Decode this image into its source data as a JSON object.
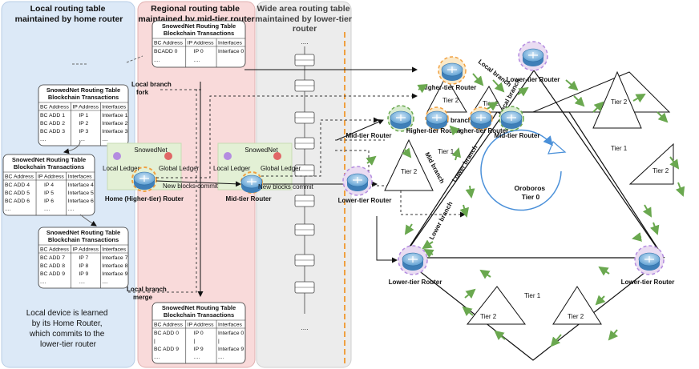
{
  "panels": {
    "local": {
      "title": [
        "Local routing table",
        "maintained by home router"
      ]
    },
    "regional": {
      "title": [
        "Regional routing table",
        "maintained by mid-tier router"
      ]
    },
    "wide": {
      "title": [
        "Wide area routing table",
        "maintained by lower-tier",
        "router"
      ]
    }
  },
  "table_heading": [
    "SnowedNet Routing Table",
    "Blockchain Transactions"
  ],
  "columns": [
    "BC Address",
    "IP Address",
    "Interfaces"
  ],
  "ellipsis": "....",
  "tables": {
    "regional_top": {
      "rows": [
        [
          "BCADD 0",
          "IP 0",
          "Interface 0"
        ],
        [
          "....",
          "....",
          ""
        ]
      ]
    },
    "local_1": {
      "rows": [
        [
          "BC ADD 1",
          "IP 1",
          "Interface 1"
        ],
        [
          "BC ADD 2",
          "IP 2",
          "Interface 2"
        ],
        [
          "BC ADD 3",
          "IP 3",
          "Interface 3"
        ],
        [
          "....",
          "....",
          "...."
        ]
      ]
    },
    "local_2": {
      "rows": [
        [
          "BC ADD 4",
          "IP 4",
          "Interface 4"
        ],
        [
          "BC ADD 5",
          "IP 5",
          "Interface 5"
        ],
        [
          "BC ADD 6",
          "IP 6",
          "Interface 6"
        ],
        [
          "....",
          "....",
          "...."
        ]
      ]
    },
    "local_3": {
      "rows": [
        [
          "BC ADD 7",
          "IP 7",
          "Interface 7"
        ],
        [
          "BC ADD 8",
          "IP 8",
          "Interface 8"
        ],
        [
          "BC ADD 9",
          "IP 9",
          "Interface 9"
        ],
        [
          "....",
          "....",
          "...."
        ]
      ]
    },
    "regional_bottom": {
      "rows": [
        [
          "BC ADD 0",
          "IP 0",
          "Interface 0"
        ],
        [
          "|",
          "|",
          "|"
        ],
        [
          "BC ADD 9",
          "IP 9",
          "Interface 9"
        ],
        [
          "....",
          "....",
          "...."
        ]
      ]
    }
  },
  "labels": {
    "local_branch_fork": [
      "Local branch",
      "fork"
    ],
    "local_branch_merge": [
      "Local branch",
      "merge"
    ],
    "snowednet": "SnowedNet",
    "local_ledger": "Local Ledger",
    "global_ledger": "Global Ledger",
    "new_blocks_commit": "New blocks commit",
    "home_router": "Home (Higher-tier) Router",
    "mid_tier_router": "Mid-tier Router",
    "lower_tier_router": "Lower-tier Router",
    "higher_tier_router": "Higher-tier Router",
    "local_branch": "Local branch",
    "mid_branch": "Mid branch",
    "lower_branch": "Lower branch",
    "tier_1": "Tier 1",
    "tier_2": "Tier 2",
    "oroboros": [
      "Oroboros",
      "Tier 0"
    ],
    "note": [
      "Local device is learned",
      "by its Home Router,",
      "which commits to the",
      "lower-tier router"
    ]
  },
  "colors": {
    "local_panel": "#dce9f7",
    "regional_panel": "#f9dada",
    "wide_panel": "#ececec",
    "accent_orange": "#f0a040",
    "arrow_green": "#6aa84f",
    "oroboros_blue": "#4a90d9"
  }
}
